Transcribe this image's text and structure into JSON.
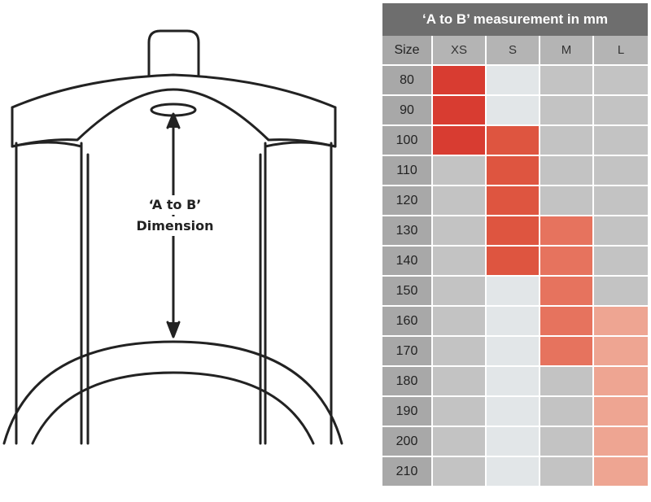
{
  "diagram": {
    "label_line1": "‘A to B’",
    "label_line2": "Dimension"
  },
  "table": {
    "title": "‘A to B’ measurement in mm",
    "header": [
      "Size",
      "XS",
      "S",
      "M",
      "L"
    ],
    "sizes": [
      "XS",
      "S",
      "M",
      "L"
    ],
    "rows": [
      {
        "value": "80",
        "fits": [
          "XS"
        ]
      },
      {
        "value": "90",
        "fits": [
          "XS"
        ]
      },
      {
        "value": "100",
        "fits": [
          "XS",
          "S"
        ]
      },
      {
        "value": "110",
        "fits": [
          "S"
        ]
      },
      {
        "value": "120",
        "fits": [
          "S"
        ]
      },
      {
        "value": "130",
        "fits": [
          "S",
          "M"
        ]
      },
      {
        "value": "140",
        "fits": [
          "S",
          "M"
        ]
      },
      {
        "value": "150",
        "fits": [
          "M"
        ]
      },
      {
        "value": "160",
        "fits": [
          "M",
          "L"
        ]
      },
      {
        "value": "170",
        "fits": [
          "M",
          "L"
        ]
      },
      {
        "value": "180",
        "fits": [
          "L"
        ]
      },
      {
        "value": "190",
        "fits": [
          "L"
        ]
      },
      {
        "value": "200",
        "fits": [
          "L"
        ]
      },
      {
        "value": "210",
        "fits": [
          "L"
        ]
      }
    ],
    "colors": {
      "XS": "#d83c31",
      "S": "#de5540",
      "M": "#e6735e",
      "L": "#eea592",
      "empty": "#c3c3c3",
      "empty_s": "#e2e6e8"
    }
  }
}
